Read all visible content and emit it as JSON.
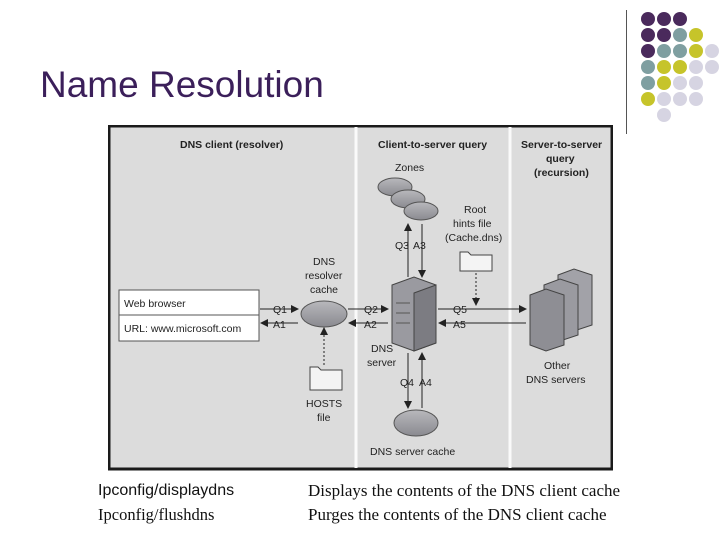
{
  "slide": {
    "title": "Name Resolution"
  },
  "diagram": {
    "headers": {
      "client": "DNS client (resolver)",
      "client_to_server": "Client-to-server query",
      "server_to_server_l1": "Server-to-server",
      "server_to_server_l2": "query",
      "server_to_server_l3": "(recursion)"
    },
    "browser": {
      "title": "Web browser",
      "url": "URL: www.microsoft.com"
    },
    "labels": {
      "zones": "Zones",
      "root_l1": "Root",
      "root_l2": "hints file",
      "root_l3": "(Cache.dns)",
      "resolver_cache_l1": "DNS",
      "resolver_cache_l2": "resolver",
      "resolver_cache_l3": "cache",
      "dns_server_l1": "DNS",
      "dns_server_l2": "server",
      "hosts_l1": "HOSTS",
      "hosts_l2": "file",
      "other_l1": "Other",
      "other_l2": "DNS servers",
      "server_cache": "DNS server cache"
    },
    "steps": {
      "q1": "Q1",
      "a1": "A1",
      "q2": "Q2",
      "a2": "A2",
      "q3": "Q3",
      "a3": "A3",
      "q4": "Q4",
      "a4": "A4",
      "q5": "Q5",
      "a5": "A5"
    }
  },
  "commands": [
    {
      "command": "Ipconfig/displaydns",
      "description": "Displays the contents of the DNS client cache"
    },
    {
      "command": "Ipconfig/flushdns",
      "description": "Purges the contents of the DNS client cache"
    }
  ],
  "colors": {
    "purple": "#4a2a5c",
    "teal": "#7f9fa1",
    "olive": "#c6c42a",
    "lavender": "#d6d4e2",
    "panel": "#dcdcdc",
    "title": "#3b1f5a"
  }
}
